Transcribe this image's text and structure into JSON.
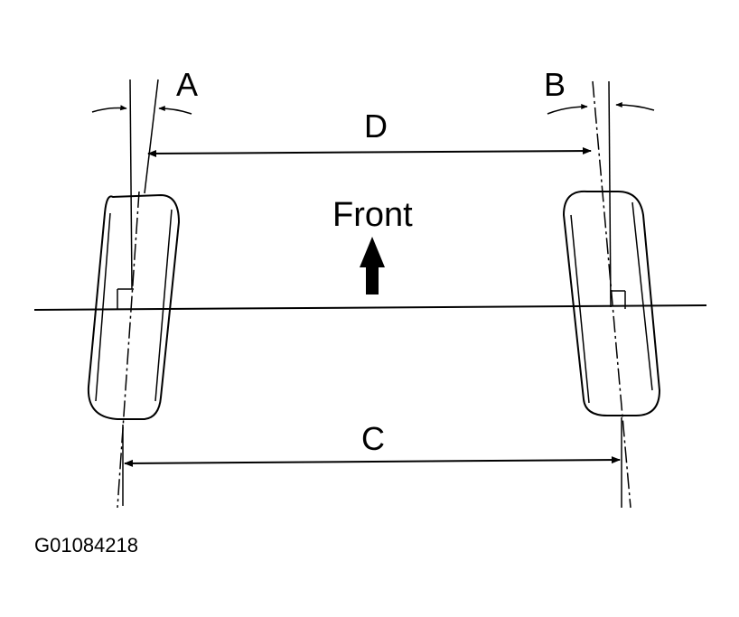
{
  "labels": {
    "angle_left": "A",
    "angle_right": "B",
    "front_distance": "D",
    "rear_distance": "C",
    "direction": "Front",
    "figure_code": "G01084218"
  },
  "colors": {
    "ink": "#000000",
    "background": "#ffffff"
  }
}
